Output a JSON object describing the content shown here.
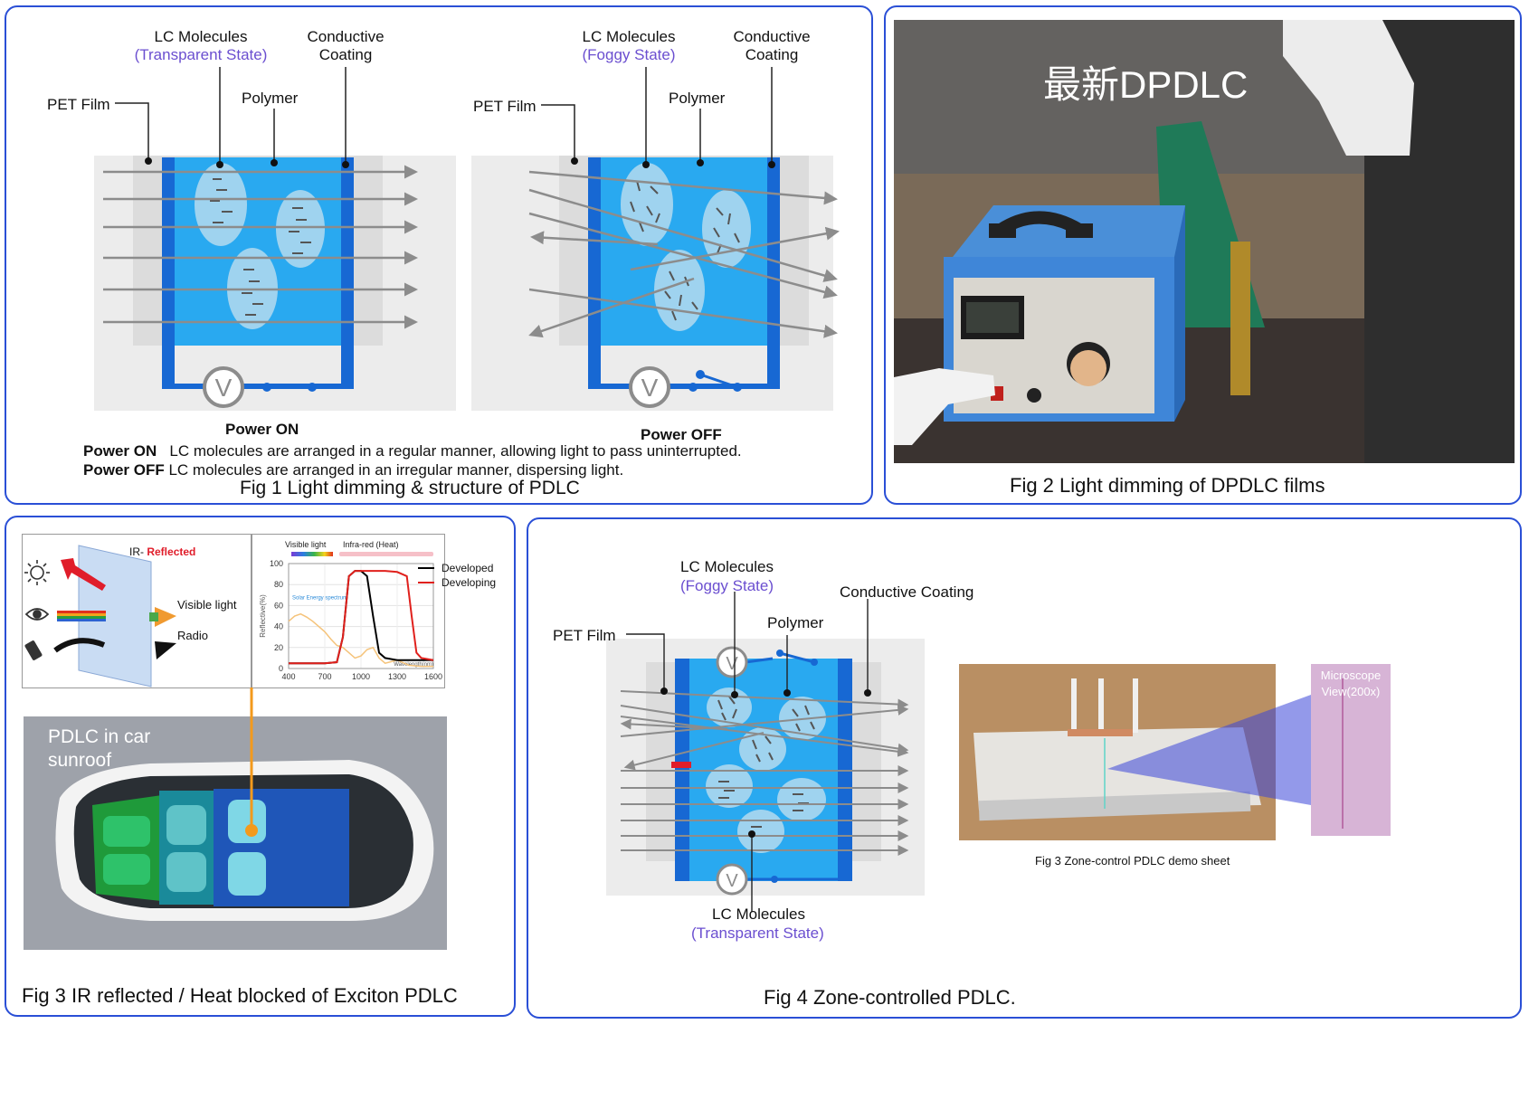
{
  "fig1": {
    "left": {
      "lc_label": "LC Molecules",
      "lc_state": "(Transparent State)",
      "coating_line1": "Conductive",
      "coating_line2": "Coating",
      "pet": "PET Film",
      "polymer": "Polymer",
      "voltage": "V",
      "state": "Power ON"
    },
    "right": {
      "lc_label": "LC Molecules",
      "lc_state": "(Foggy State)",
      "coating_line1": "Conductive",
      "coating_line2": "Coating",
      "pet": "PET Film",
      "polymer": "Polymer",
      "voltage": "V",
      "state": "Power OFF"
    },
    "desc_on_key": "Power ON",
    "desc_on": "LC molecules are arranged in a regular manner, allowing light to pass uninterrupted.",
    "desc_off_key": "Power OFF",
    "desc_off": "LC molecules are arranged in an irregular manner, dispersing light.",
    "caption": "Fig 1  Light dimming & structure of PDLC"
  },
  "fig2": {
    "overlay": "最新DPDLC",
    "caption": "Fig 2  Light dimming of DPDLC films"
  },
  "fig3": {
    "ir_prefix": "IR- ",
    "ir_word": "Reflected",
    "visible": "Visible light",
    "radio": "Radio",
    "chart_data": {
      "type": "line",
      "top_labels": [
        "Visible light",
        "Infra-red (Heat)"
      ],
      "inner_note": "Solar Energy spectrum",
      "xlabel": "Wavelength(nm)",
      "ylabel": "Reflective(%)",
      "xticks": [
        "400",
        "700",
        "1000",
        "1300",
        "1600"
      ],
      "yticks": [
        "100",
        "80",
        "60",
        "40",
        "20",
        "0"
      ],
      "xlim": [
        400,
        1600
      ],
      "ylim": [
        0,
        100
      ],
      "series": [
        {
          "name": "Developed",
          "color": "#000000",
          "x": [
            400,
            700,
            800,
            850,
            900,
            950,
            1000,
            1050,
            1100,
            1150,
            1200,
            1300,
            1400,
            1500,
            1600
          ],
          "y": [
            5,
            5,
            6,
            30,
            88,
            93,
            93,
            88,
            50,
            15,
            10,
            8,
            8,
            8,
            8
          ]
        },
        {
          "name": "Developing",
          "color": "#e0201c",
          "x": [
            400,
            700,
            800,
            850,
            900,
            950,
            1000,
            1100,
            1200,
            1300,
            1380,
            1420,
            1460,
            1500,
            1600
          ],
          "y": [
            5,
            5,
            6,
            30,
            88,
            93,
            93,
            93,
            93,
            92,
            88,
            50,
            15,
            10,
            8
          ]
        },
        {
          "name": "",
          "color": "#f5c37a",
          "x": [
            400,
            450,
            500,
            550,
            600,
            650,
            700,
            750,
            800,
            850,
            900,
            950,
            1000,
            1050,
            1100,
            1150,
            1200,
            1300,
            1400,
            1500,
            1600
          ],
          "y": [
            45,
            50,
            52,
            49,
            45,
            40,
            35,
            28,
            22,
            20,
            15,
            10,
            12,
            18,
            20,
            10,
            5,
            8,
            3,
            2,
            2
          ]
        }
      ]
    },
    "car_label_line1": "PDLC in car",
    "car_label_line2": "sunroof",
    "caption": "Fig 3 IR reflected / Heat blocked of Exciton PDLC"
  },
  "fig4": {
    "lc_top_label": "LC Molecules",
    "lc_top_state": "(Foggy State)",
    "coating": "Conductive Coating",
    "polymer": "Polymer",
    "pet": "PET Film",
    "lc_bottom_label": "LC Molecules",
    "lc_bottom_state": "(Transparent State)",
    "voltage": "V",
    "microscope_line1": "Microscope",
    "microscope_line2": "View(200x)",
    "demo_caption": "Fig 3 Zone-control PDLC demo sheet",
    "caption": "Fig 4 Zone-controlled PDLC."
  },
  "colors": {
    "panel_border": "#2a4fd6",
    "cell_blue": "#29a9f0",
    "electrode": "#1768d3",
    "bubble": "#9fd3ef",
    "purple_text": "#6b4fd0"
  }
}
